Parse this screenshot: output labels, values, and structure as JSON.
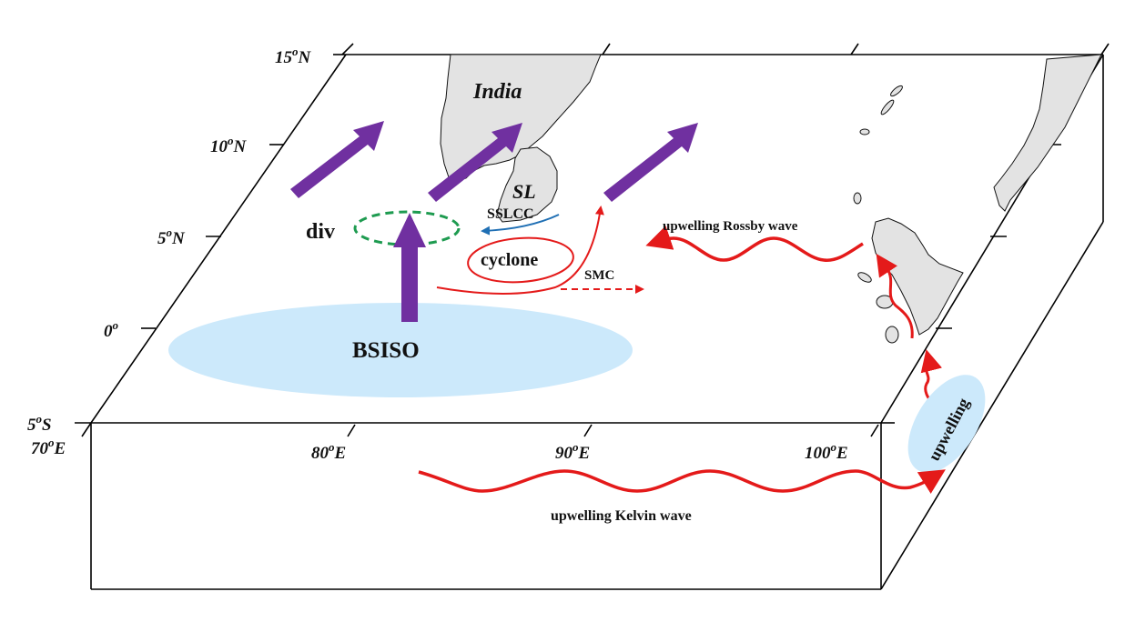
{
  "diagram": {
    "type": "3d-box-schematic",
    "latitude_ticks": [
      "15°N",
      "10°N",
      "5°N",
      "0°",
      "5°S"
    ],
    "longitude_ticks": [
      "70°E",
      "80°E",
      "90°E",
      "100°E"
    ],
    "lat_labels": {
      "lat15": "15",
      "lat10": "10",
      "lat5n": "5",
      "lat0": "0",
      "lat5s": "5"
    },
    "lat_suffix": {
      "N": "N",
      "S": "S"
    },
    "lon_labels": {
      "lon70": "70",
      "lon80": "80",
      "lon90": "90",
      "lon100": "100"
    },
    "lon_suffix": "E",
    "degree": "o",
    "regions": {
      "india": "India",
      "sri_lanka": "SL"
    },
    "features": {
      "div": "div",
      "bsiso": "BSISO",
      "cyclone": "cyclone",
      "sslcc": "SSLCC",
      "smc": "SMC",
      "rossby": "upwelling Rossby wave",
      "kelvin": "upwelling Kelvin wave",
      "upwelling": "upwelling"
    },
    "colors": {
      "monsoon_arrow": "#7030a0",
      "divergence": "#1e9b50",
      "bsiso_fill": "#cce9fb",
      "current_red": "#e41a1a",
      "sslcc_blue": "#1f6fb4",
      "land": "#e3e3e3"
    }
  }
}
